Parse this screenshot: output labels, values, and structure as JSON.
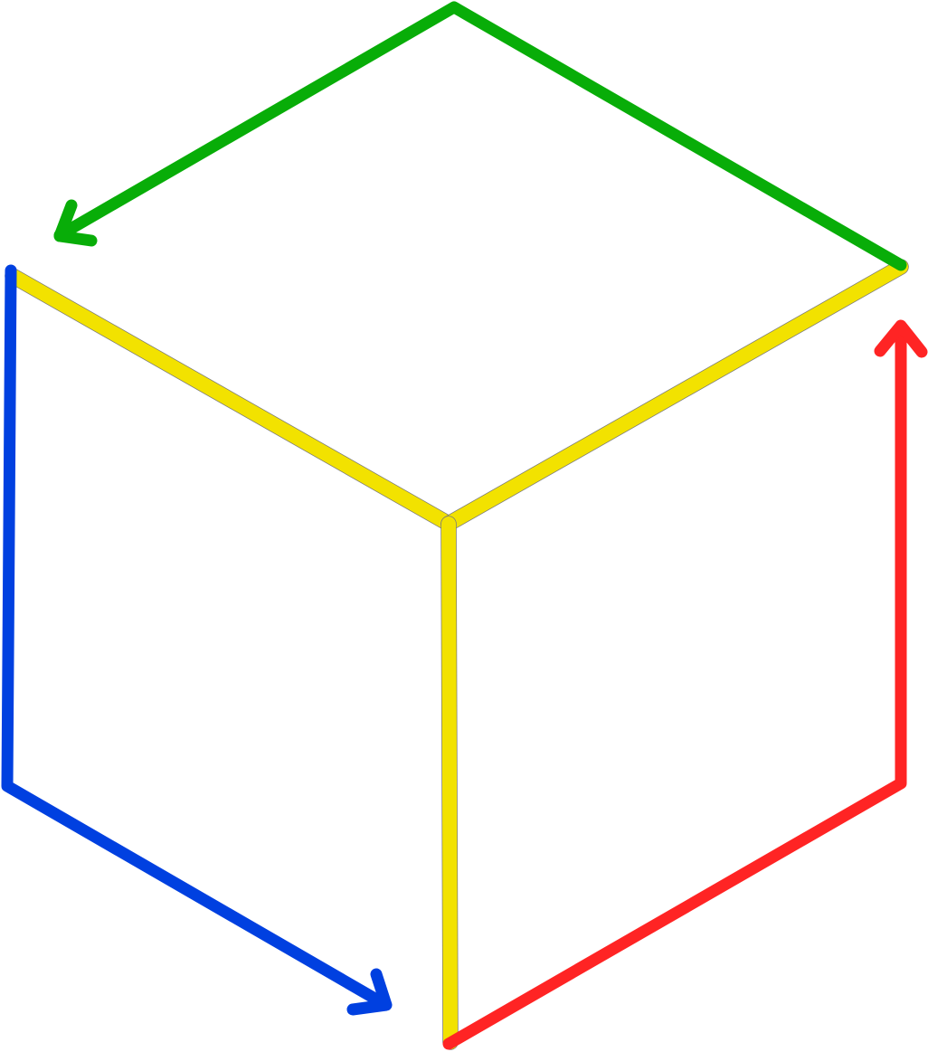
{
  "diagram": {
    "shape": "isometric-cube-outline",
    "colors": {
      "yellow": "#f2e200",
      "green": "#08ad08",
      "blue": "#0040e0",
      "red": "#ff2424"
    },
    "edges": [
      {
        "name": "top-right-edge",
        "color": "yellow"
      },
      {
        "name": "top-left-edge",
        "color": "yellow"
      },
      {
        "name": "center-vertical-edge",
        "color": "yellow"
      },
      {
        "name": "green-arrow",
        "color": "green",
        "arrow": true
      },
      {
        "name": "blue-arrow",
        "color": "blue",
        "arrow": true
      },
      {
        "name": "red-arrow",
        "color": "red",
        "arrow": true
      }
    ]
  }
}
